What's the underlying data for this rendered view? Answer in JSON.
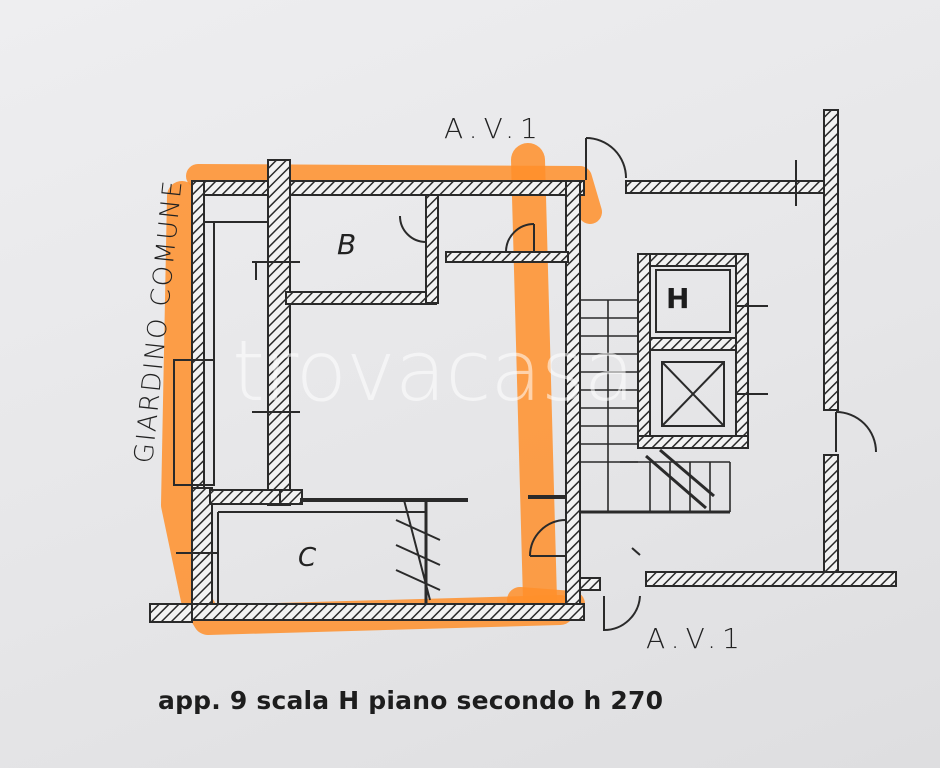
{
  "plan": {
    "top_label": "A.V.1",
    "bottom_label": "A.V.1",
    "side_label": "GIARDINO COMUNE",
    "room_b": "B",
    "room_c": "C",
    "elevator_label": "H"
  },
  "caption": "app. 9 scala H piano secondo h 270",
  "watermark": "trovacasa",
  "colors": {
    "highlight": "#ff8f2a",
    "wall": "#2a2a2a",
    "paper": "#e9e9eb"
  }
}
